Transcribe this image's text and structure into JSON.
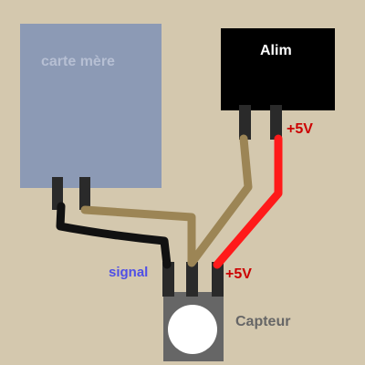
{
  "diagram": {
    "motherboard": {
      "label": "carte mère",
      "color": "#8c9ab5",
      "text_color": "#b6bfd3"
    },
    "power_supply": {
      "label": "Alim",
      "color": "#000000",
      "text_color": "#ffffff",
      "plus_label": "+5V"
    },
    "sensor": {
      "label": "Capteur",
      "color": "#666666",
      "text_color": "#666666",
      "signal_label": "signal",
      "plus_label": "+5V"
    },
    "colors": {
      "background": "#d4c8ae",
      "pin": "#2a2a2a",
      "wire_black": "#111111",
      "wire_tan": "#9c8555",
      "wire_red": "#ff1a1a",
      "plus_text": "#cc0000",
      "signal_text": "#4f4fe6"
    }
  }
}
